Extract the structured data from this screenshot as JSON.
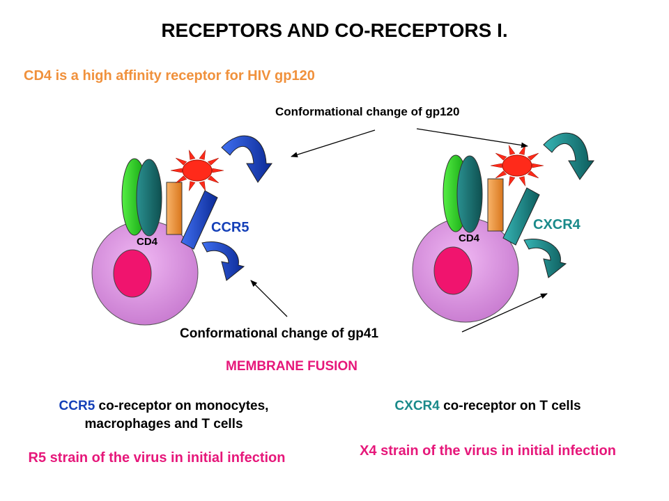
{
  "title": "RECEPTORS AND CO-RECEPTORS I.",
  "subtitle": "CD4 is a high affinity receptor for HIV gp120",
  "gp120_label": "Conformational change of gp120",
  "gp41_label": "Conformational change of gp41",
  "fusion_label": "MEMBRANE FUSION",
  "left_cell": {
    "cd4_label": "CD4",
    "coreceptor_label": "CCR5"
  },
  "right_cell": {
    "cd4_label": "CD4",
    "coreceptor_label": "CXCR4"
  },
  "left_info": {
    "coreceptor": "CCR5",
    "line1_rest": " co-receptor on monocytes,",
    "line2": "macrophages and T cells",
    "strain": "R5 strain of the virus in initial infection"
  },
  "right_info": {
    "coreceptor": "CXCR4",
    "line_rest": " co-receptor on T cells",
    "strain": "X4 strain of the virus in initial infection"
  },
  "colors": {
    "cell_membrane": "#d98be0",
    "nucleus": "#f0146e",
    "cd4_green": "#22cc22",
    "cd4_teal": "#136e6e",
    "gp41_stem": "#f0913c",
    "gp120_star": "#ff2a1a",
    "ccr5": "#1540b8",
    "cxcr4": "#1a8a8a",
    "fusion_text": "#e6177a",
    "subtitle_text": "#f0913c"
  }
}
